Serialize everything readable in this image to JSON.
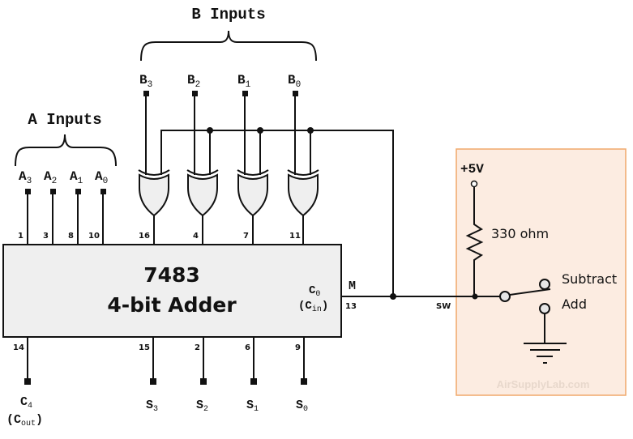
{
  "b_inputs": {
    "title": "B Inputs",
    "labels": [
      {
        "base": "B",
        "sub": "3"
      },
      {
        "base": "B",
        "sub": "2"
      },
      {
        "base": "B",
        "sub": "1"
      },
      {
        "base": "B",
        "sub": "0"
      }
    ]
  },
  "a_inputs": {
    "title": "A Inputs",
    "labels": [
      {
        "base": "A",
        "sub": "3"
      },
      {
        "base": "A",
        "sub": "2"
      },
      {
        "base": "A",
        "sub": "1"
      },
      {
        "base": "A",
        "sub": "0"
      }
    ],
    "pins": [
      "1",
      "3",
      "8",
      "10"
    ]
  },
  "xor_pins": [
    "16",
    "4",
    "7",
    "11"
  ],
  "chip": {
    "part": "7483",
    "name": "4-bit Adder",
    "cin_label": {
      "base": "C",
      "sub": "0"
    },
    "cin_alt": {
      "base": "(C",
      "sub": "in",
      "tail": ")"
    },
    "cin_pin": "13"
  },
  "outputs": {
    "cout_pin": "14",
    "cout_label": {
      "base": "C",
      "sub": "4"
    },
    "cout_alt": {
      "base": "(C",
      "sub": "out",
      "tail": ")"
    },
    "sum_pins": [
      "15",
      "2",
      "6",
      "9"
    ],
    "sum_labels": [
      {
        "base": "S",
        "sub": "3"
      },
      {
        "base": "S",
        "sub": "2"
      },
      {
        "base": "S",
        "sub": "1"
      },
      {
        "base": "S",
        "sub": "0"
      }
    ]
  },
  "control": {
    "m_label": "M",
    "sw_label": "SW",
    "supply": "+5V",
    "resistor": "330 ohm",
    "subtract": "Subtract",
    "add": "Add",
    "watermark": "AirSupplyLab.com",
    "panel_color": "#fcece1",
    "panel_border": "#f0a86a"
  }
}
